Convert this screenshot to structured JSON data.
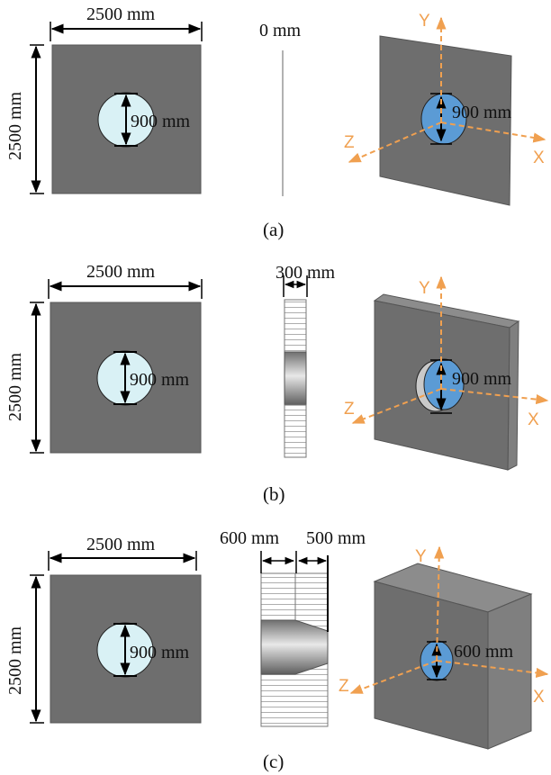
{
  "panels": [
    {
      "caption": "(a)",
      "front": {
        "width_label": "2500 mm",
        "height_label": "2500 mm",
        "hole_label": "900 mm"
      },
      "side": {
        "labels": [
          "0 mm"
        ]
      },
      "iso": {
        "hole_label": "900 mm",
        "axes": [
          "X",
          "Y",
          "Z"
        ]
      }
    },
    {
      "caption": "(b)",
      "front": {
        "width_label": "2500 mm",
        "height_label": "2500 mm",
        "hole_label": "900 mm"
      },
      "side": {
        "labels": [
          "300 mm"
        ]
      },
      "iso": {
        "hole_label": "900 mm",
        "axes": [
          "X",
          "Y",
          "Z"
        ]
      }
    },
    {
      "caption": "(c)",
      "front": {
        "width_label": "2500 mm",
        "height_label": "2500 mm",
        "hole_label": "900 mm"
      },
      "side": {
        "labels": [
          "600 mm",
          "500 mm"
        ]
      },
      "iso": {
        "hole_label": "600 mm",
        "axes": [
          "X",
          "Y",
          "Z"
        ]
      }
    }
  ],
  "colors": {
    "plate_front": "#6e6e6e",
    "plate_edge": "#8a8a8a",
    "hole_light": "#d9f1f5",
    "hole_blue": "#5b9bd5",
    "axis_orange": "#f0a050",
    "dim_black": "#000000"
  }
}
